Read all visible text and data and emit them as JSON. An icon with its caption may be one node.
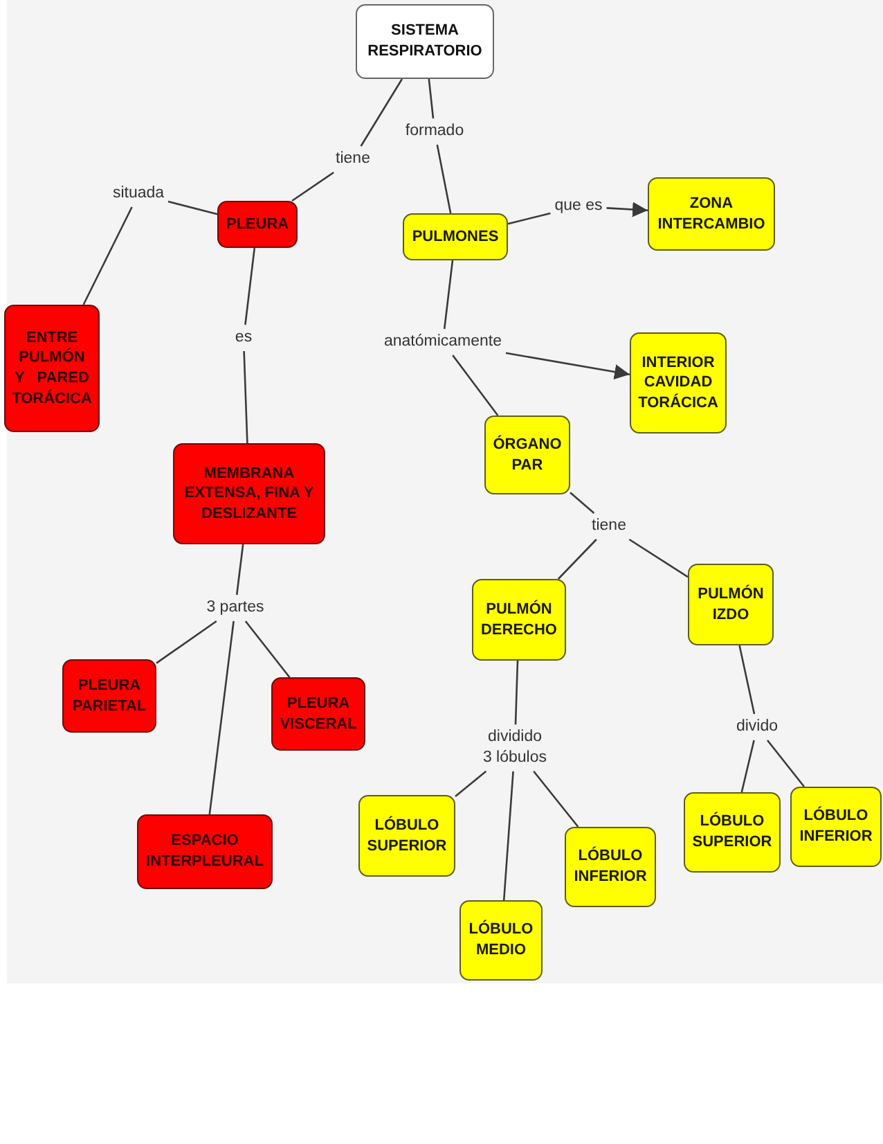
{
  "diagram": {
    "nodes": [
      {
        "text": [
          "SISTEMA RESPIRATORIO"
        ]
      },
      {
        "text": [
          "tiene"
        ]
      },
      {
        "text": [
          "formado"
        ]
      },
      {
        "text": [
          "situada"
        ]
      },
      {
        "text": [
          "PLEURA"
        ]
      },
      {
        "text": [
          "PULMONES"
        ]
      },
      {
        "text": [
          "que es"
        ]
      },
      {
        "text": [
          "ZONA INTERCAMBIO"
        ]
      },
      {
        "text": [
          "ENTRE PULMÓN Y PARED TORÁCICA"
        ]
      },
      {
        "text": [
          "es"
        ]
      },
      {
        "text": [
          "anatómicamente"
        ]
      },
      {
        "text": [
          "INTERIOR CAVIDAD TORÁCICA"
        ]
      },
      {
        "text": [
          "ÓRGANO PAR"
        ]
      },
      {
        "text": [
          "MEMBRANA EXTENSA, FINA Y DESLIZANTE"
        ]
      },
      {
        "text": [
          "tiene"
        ]
      },
      {
        "text": [
          "PULMÓN DERECHO"
        ]
      },
      {
        "text": [
          "PULMÓN IZDO"
        ]
      },
      {
        "text": [
          "3 partes"
        ]
      },
      {
        "text": [
          "PLEURA PARIETAL"
        ]
      },
      {
        "text": [
          "PLEURA VISCERAL"
        ]
      },
      {
        "text": [
          "dividido 3 lóbulos"
        ]
      },
      {
        "text": [
          "divido"
        ]
      },
      {
        "text": [
          "LÓBULO SUPERIOR"
        ]
      },
      {
        "text": [
          "LÓBULO SUPERIOR"
        ]
      },
      {
        "text": [
          "LÓBULO INFERIOR"
        ]
      },
      {
        "text": [
          "LÓBULO INFERIOR"
        ]
      },
      {
        "text": [
          "ESPACIO INTERPLEURAL"
        ]
      },
      {
        "text": [
          "LÓBULO MEDIO"
        ]
      }
    ],
    "edges": [
      {
        "from": 0,
        "to": 1,
        "arrow": "none"
      },
      {
        "from": 1,
        "to": 4,
        "arrow": "none"
      },
      {
        "from": 0,
        "to": 2,
        "arrow": "none"
      },
      {
        "from": 2,
        "to": 5,
        "arrow": "none"
      },
      {
        "from": 4,
        "to": 3,
        "arrow": "none"
      },
      {
        "from": 3,
        "to": 8,
        "arrow": "none"
      },
      {
        "from": 4,
        "to": 9,
        "arrow": "none"
      },
      {
        "from": 9,
        "to": 13,
        "arrow": "none"
      },
      {
        "from": 5,
        "to": 6,
        "arrow": "none"
      },
      {
        "from": 6,
        "to": 7,
        "arrow": "to"
      },
      {
        "from": 5,
        "to": 10,
        "arrow": "none"
      },
      {
        "from": 10,
        "to": 11,
        "arrow": "to"
      },
      {
        "from": 10,
        "to": 12,
        "arrow": "none"
      },
      {
        "from": 12,
        "to": 14,
        "arrow": "none"
      },
      {
        "from": 14,
        "to": 15,
        "arrow": "none"
      },
      {
        "from": 14,
        "to": 16,
        "arrow": "none"
      },
      {
        "from": 13,
        "to": 17,
        "arrow": "none"
      },
      {
        "from": 17,
        "to": 18,
        "arrow": "none"
      },
      {
        "from": 17,
        "to": 19,
        "arrow": "none"
      },
      {
        "from": 17,
        "to": 26,
        "arrow": "none"
      },
      {
        "from": 15,
        "to": 20,
        "arrow": "none"
      },
      {
        "from": 20,
        "to": 22,
        "arrow": "none"
      },
      {
        "from": 20,
        "to": 27,
        "arrow": "none"
      },
      {
        "from": 20,
        "to": 24,
        "arrow": "none"
      },
      {
        "from": 16,
        "to": 21,
        "arrow": "none"
      },
      {
        "from": 21,
        "to": 23,
        "arrow": "none"
      },
      {
        "from": 21,
        "to": 25,
        "arrow": "none"
      }
    ]
  }
}
